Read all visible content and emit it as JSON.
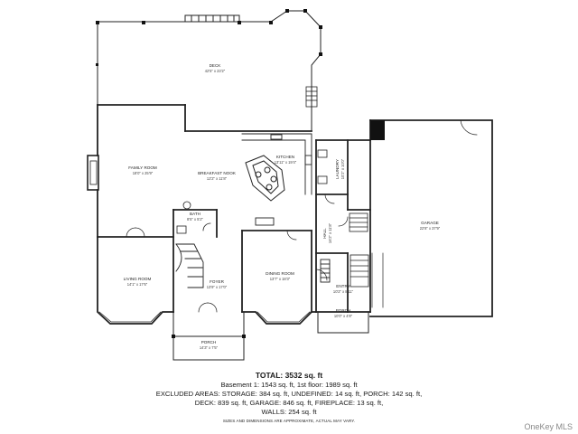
{
  "rooms": {
    "deck": {
      "name": "DECK",
      "dims": "42'5\" x 23'2\""
    },
    "family_room": {
      "name": "FAMILY ROOM",
      "dims": "18'0\" x 25'9\""
    },
    "breakfast_nook": {
      "name": "BREAKFAST NOOK",
      "dims": "12'2\" x 11'8\""
    },
    "kitchen": {
      "name": "KITCHEN",
      "dims": "13'11\" x 19'4\""
    },
    "laundry": {
      "name": "LAUNDRY",
      "dims": "10'2\" x 10'0\""
    },
    "garage": {
      "name": "GARAGE",
      "dims": "22'8\" x 37'9\""
    },
    "bath": {
      "name": "BATH",
      "dims": "8'5\" x 5'2\""
    },
    "hall": {
      "name": "HALL",
      "dims": "16'2\" x 11'8\""
    },
    "living_room": {
      "name": "LIVING ROOM",
      "dims": "14'1\" x 17'6\""
    },
    "foyer": {
      "name": "FOYER",
      "dims": "13'9\" x 17'0\""
    },
    "dining_room": {
      "name": "DINING ROOM",
      "dims": "13'7\" x 18'3\""
    },
    "entry": {
      "name": "ENTRY",
      "dims": "10'2\" x 8'11\""
    },
    "porch_side": {
      "name": "PORCH",
      "dims": "10'0\" x 4'8\""
    },
    "porch_front": {
      "name": "PORCH",
      "dims": "14'3\" x 7'5\""
    }
  },
  "summary": {
    "total": "TOTAL: 3532 sq. ft",
    "line1": "Basement 1: 1543 sq. ft, 1st floor: 1989 sq. ft",
    "line2": "EXCLUDED AREAS: STORAGE: 384 sq. ft, UNDEFINED: 14 sq. ft, PORCH: 142 sq. ft,",
    "line3": "DECK: 839 sq. ft, GARAGE: 846 sq. ft, FIREPLACE: 13 sq. ft,",
    "line4": "WALLS: 254 sq. ft",
    "note": "SIZES AND DIMENSIONS ARE APPROXIMATE, ACTUAL MAY VARY."
  },
  "watermark": "OneKey MLS",
  "colors": {
    "wall": "#222222",
    "fixture": "#666666",
    "fireplace": "#111111"
  }
}
